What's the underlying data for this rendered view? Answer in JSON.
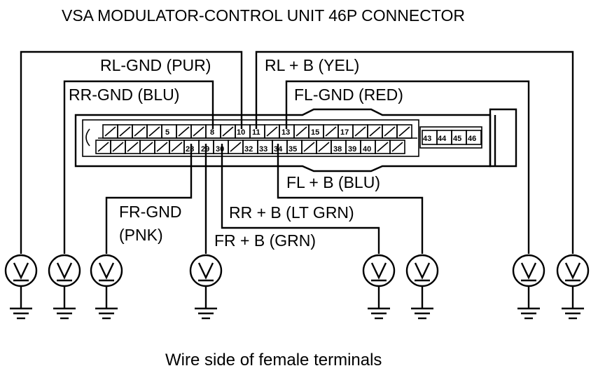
{
  "title": "VSA MODULATOR-CONTROL UNIT 46P CONNECTOR",
  "caption": "Wire side of female terminals",
  "labels": {
    "rl_gnd": "RL-GND (PUR)",
    "rl_b": "RL  + B (YEL)",
    "rr_gnd": "RR-GND (BLU)",
    "fl_gnd": "FL-GND (RED)",
    "fl_b": "FL  + B (BLU)",
    "fr_gnd_1": "FR-GND",
    "fr_gnd_2": "(PNK)",
    "rr_b": "RR  + B (LT GRN)",
    "fr_b": "FR  + B (GRN)"
  },
  "pins": {
    "p5": "5",
    "p8": "8",
    "p10": "10",
    "p11": "11",
    "p13": "13",
    "p15": "15",
    "p17": "17",
    "p28": "28",
    "p29": "29",
    "p30": "30",
    "p32": "32",
    "p33": "33",
    "p34": "34",
    "p35": "35",
    "p38": "38",
    "p39": "39",
    "p40": "40",
    "p43": "43",
    "p44": "44",
    "p45": "45",
    "p46": "46"
  },
  "meter_symbol": "V"
}
